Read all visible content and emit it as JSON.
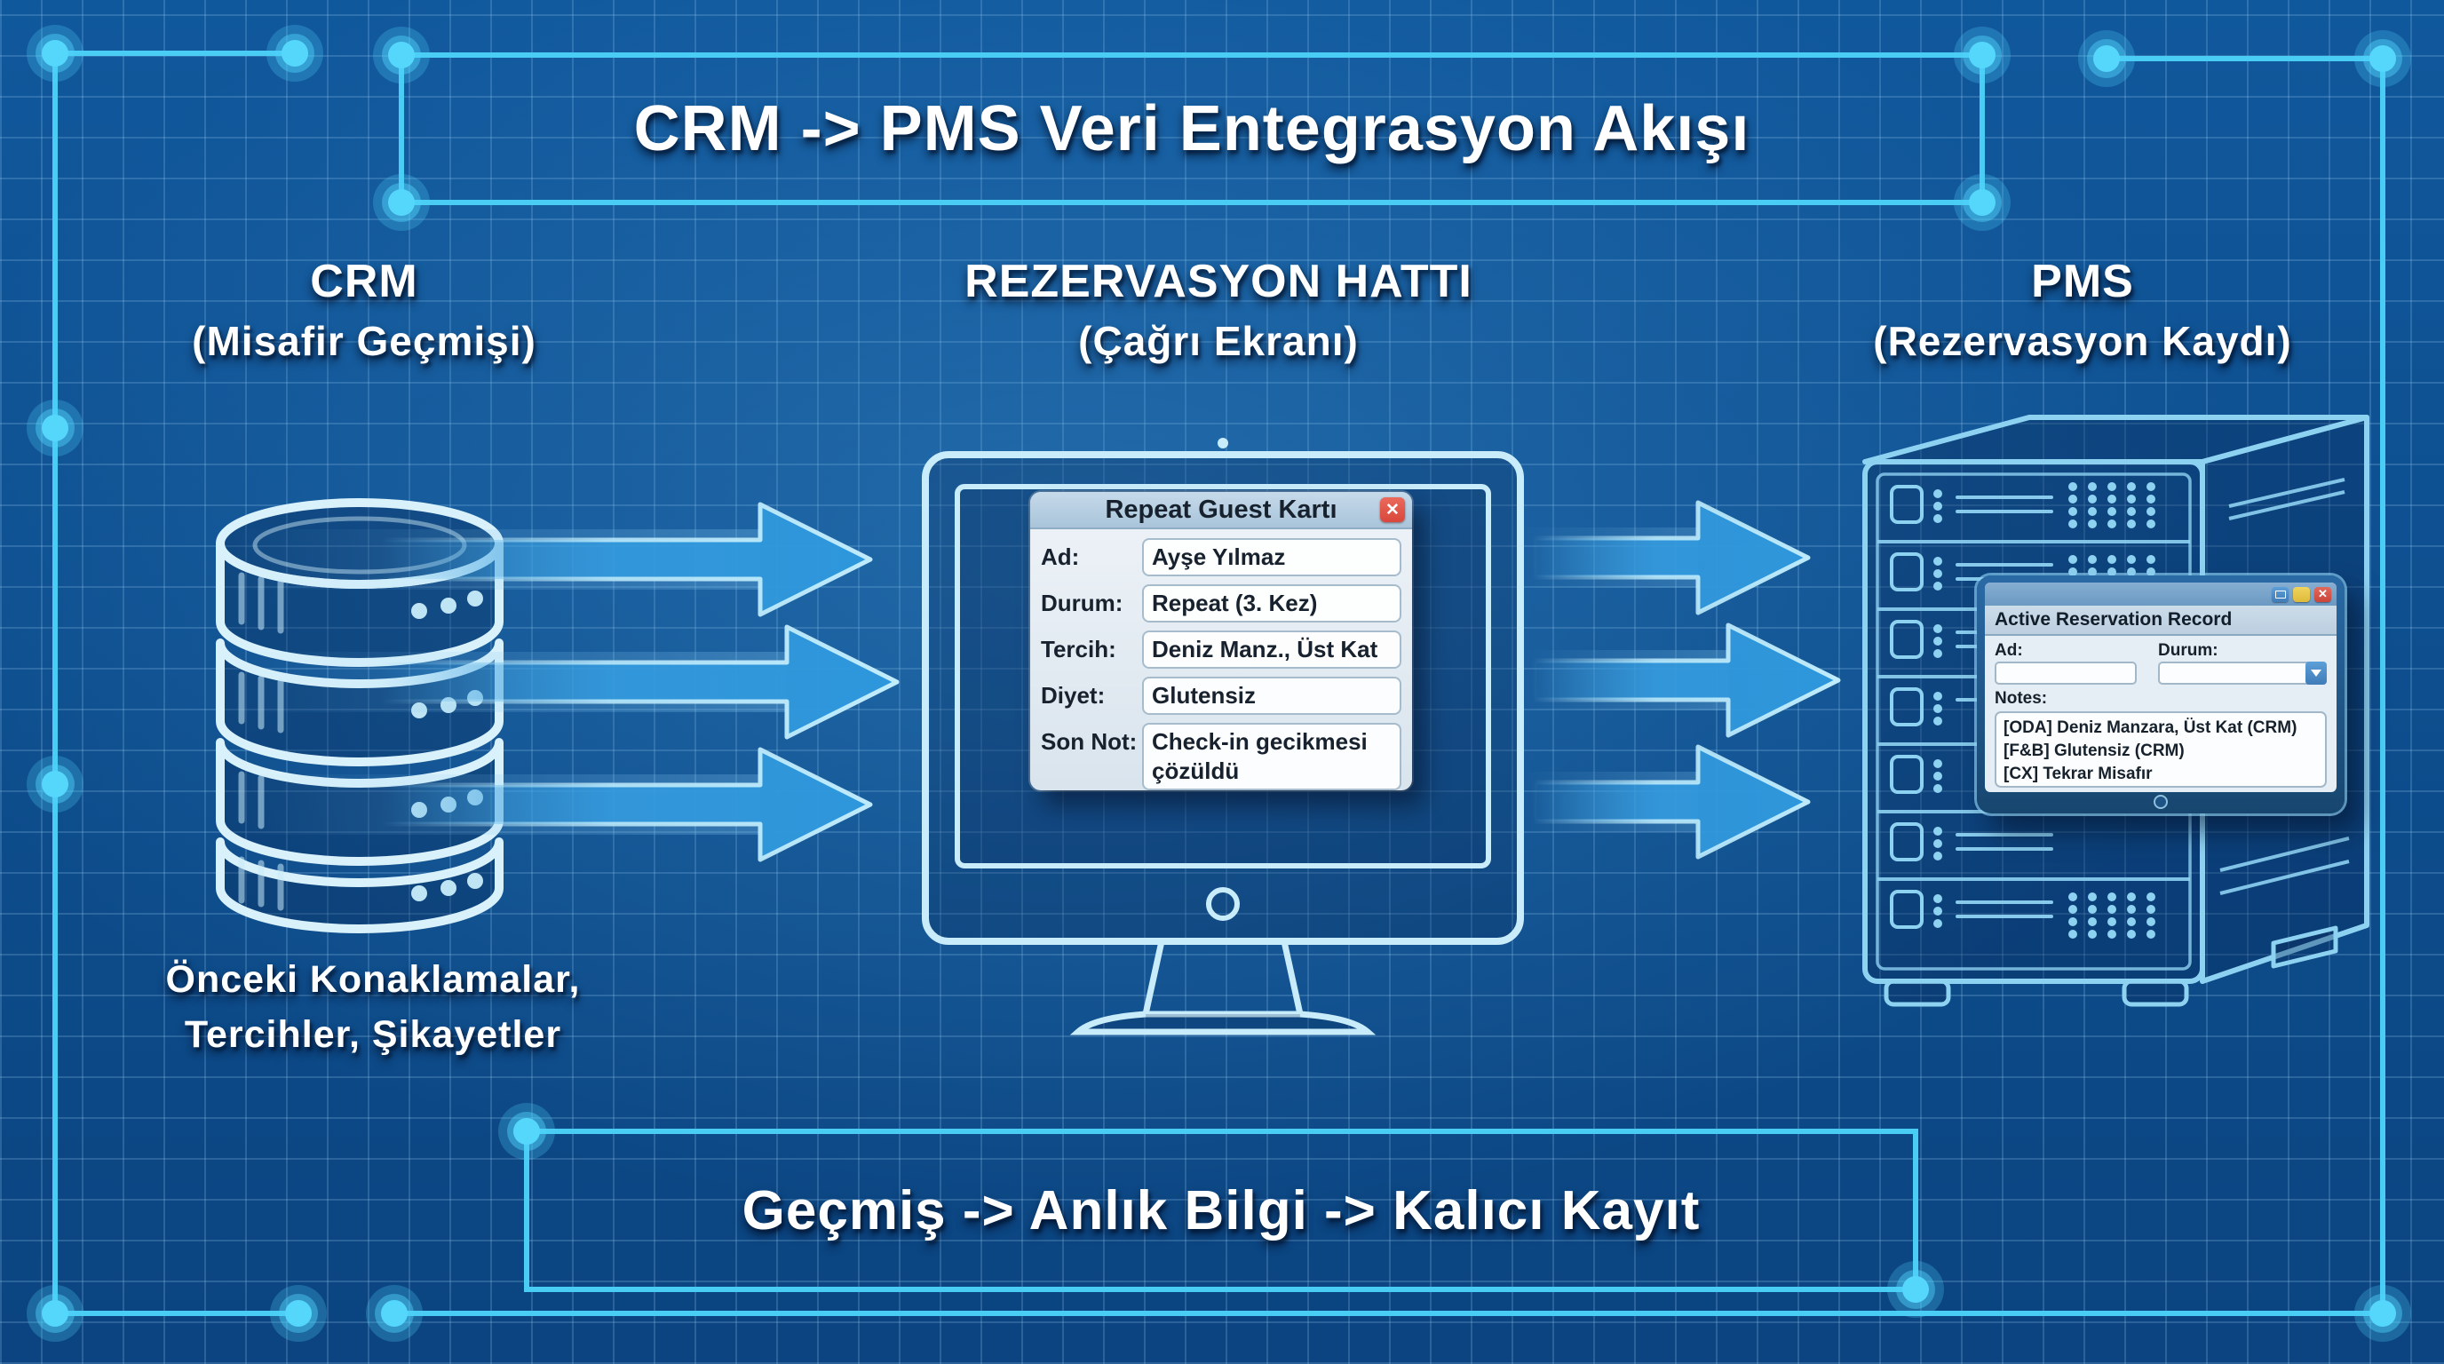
{
  "header": {
    "title": "CRM -> PMS Veri Entegrasyon Akışı"
  },
  "columns": {
    "crm": {
      "title": "CRM",
      "subtitle": "(Misafir Geçmişi)"
    },
    "hatti": {
      "title": "REZERVASYON HATTI",
      "subtitle": "(Çağrı Ekranı)"
    },
    "pms": {
      "title": "PMS",
      "subtitle": "(Rezervasyon Kaydı)"
    }
  },
  "crm_caption": {
    "line1": "Önceki Konaklamalar,",
    "line2": "Tercihler, Şikayetler"
  },
  "guest_card": {
    "title": "Repeat Guest Kartı",
    "close_icon": "✕",
    "fields": [
      {
        "label": "Ad:",
        "value": "Ayşe Yılmaz"
      },
      {
        "label": "Durum:",
        "value": "Repeat (3. Kez)"
      },
      {
        "label": "Tercih:",
        "value": "Deniz Manz., Üst Kat"
      },
      {
        "label": "Diyet:",
        "value": "Glutensiz"
      },
      {
        "label": "Son Not:",
        "value": "Check-in gecikmesi çözüldü"
      }
    ]
  },
  "reservation_window": {
    "title": "Active Reservation Record",
    "close_icon": "✕",
    "ad_label": "Ad:",
    "ad_value": "",
    "durum_label": "Durum:",
    "durum_value": "",
    "notes_label": "Notes:",
    "notes_lines": [
      "[ODA] Deniz Manzara, Üst Kat (CRM)",
      "[F&B] Glutensiz (CRM)",
      "[CX] Tekrar Misafır"
    ]
  },
  "footer": {
    "banner": "Geçmiş -> Anlık Bilgi -> Kalıcı Kayıt"
  },
  "colors": {
    "background_blue": "#0e4f8f",
    "circuit_cyan": "#55d7fc",
    "arrow_blue": "#2e97dc",
    "outline_cyan": "#c9ecfa",
    "card_close_red": "#d9473c",
    "window_button_yellow": "#e8c84a",
    "window_button_blue": "#4d90d0"
  }
}
